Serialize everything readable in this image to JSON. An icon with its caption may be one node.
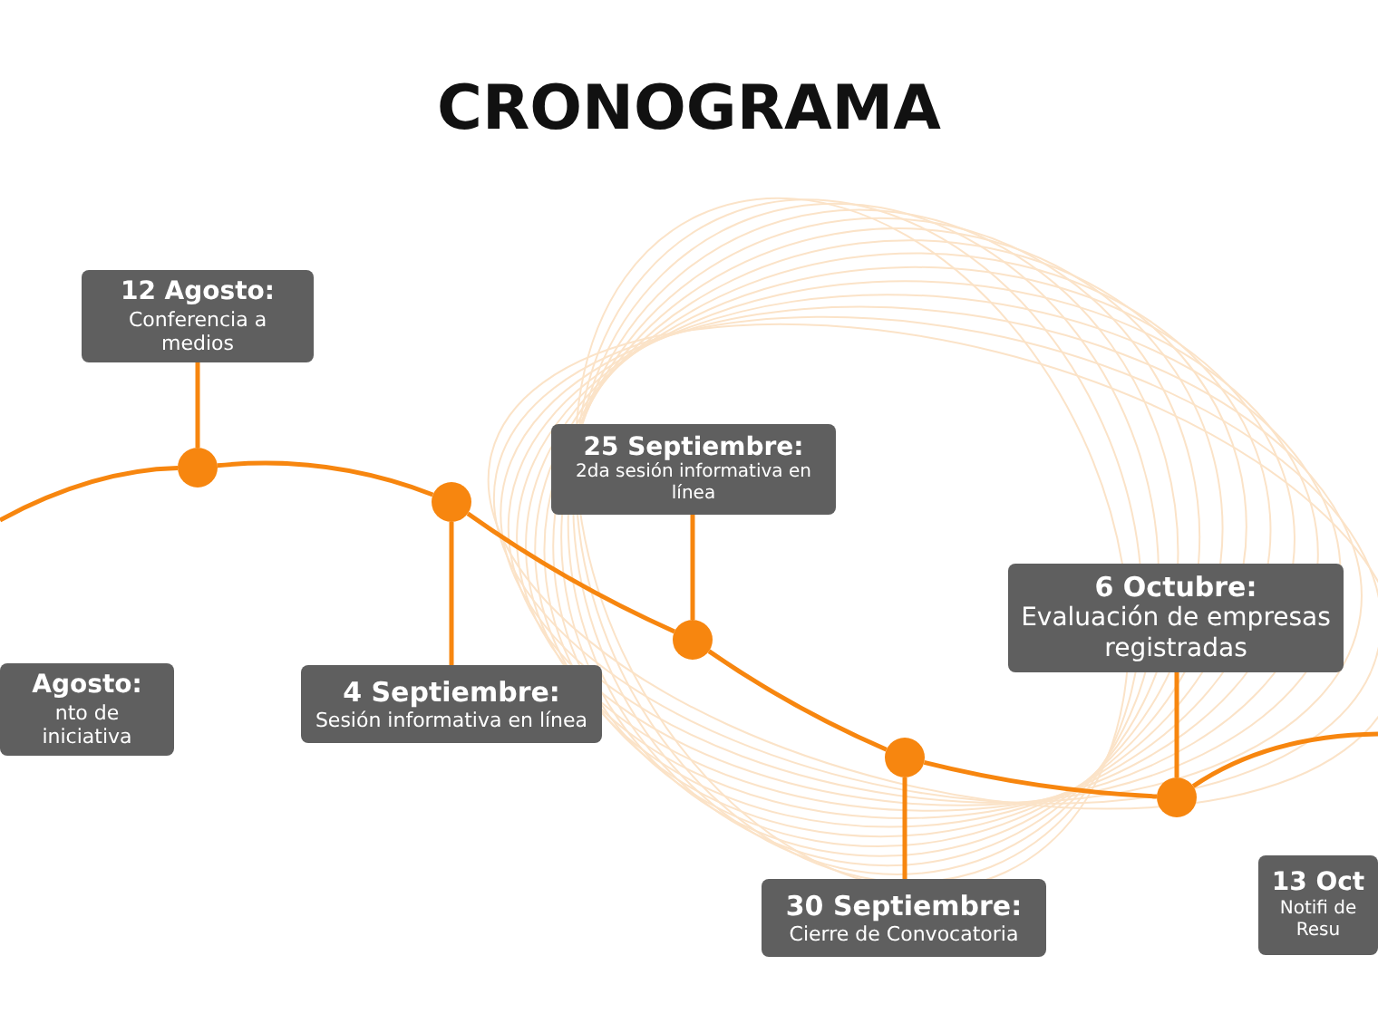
{
  "diagram": {
    "title": "CRONOGRAMA",
    "nodes": [
      {
        "text": [
          "Agosto:",
          "nto de iniciativa"
        ]
      },
      {
        "text": [
          "12 Agosto:",
          "Conferencia a medios"
        ]
      },
      {
        "text": [],
        "shape": "circle"
      },
      {
        "text": [
          "4 Septiembre:",
          "Sesión informativa en línea"
        ]
      },
      {
        "text": [],
        "shape": "circle"
      },
      {
        "text": [
          "25 Septiembre:",
          "2da sesión informativa en línea"
        ]
      },
      {
        "text": [],
        "shape": "circle"
      },
      {
        "text": [
          "30 Septiembre:",
          "Cierre de Convocatoria"
        ]
      },
      {
        "text": [],
        "shape": "circle"
      },
      {
        "text": [
          "6 Octubre:",
          "Evaluación de empresas registradas"
        ]
      },
      {
        "text": [],
        "shape": "circle"
      },
      {
        "text": [
          "13 Oct",
          "Notifi de Resu"
        ]
      }
    ],
    "edges": [
      {
        "from": null,
        "to": 2,
        "arrow": "none"
      },
      {
        "from": 2,
        "to": 4,
        "arrow": "none"
      },
      {
        "from": 4,
        "to": 6,
        "arrow": "none"
      },
      {
        "from": 6,
        "to": 8,
        "arrow": "none"
      },
      {
        "from": 8,
        "to": 10,
        "arrow": "none"
      },
      {
        "from": 10,
        "to": null,
        "arrow": "none"
      },
      {
        "from": 1,
        "to": 2,
        "arrow": "none"
      },
      {
        "from": 3,
        "to": 4,
        "arrow": "none"
      },
      {
        "from": 5,
        "to": 6,
        "arrow": "none"
      },
      {
        "from": 7,
        "to": 8,
        "arrow": "none"
      },
      {
        "from": 9,
        "to": 10,
        "arrow": "none"
      }
    ]
  }
}
